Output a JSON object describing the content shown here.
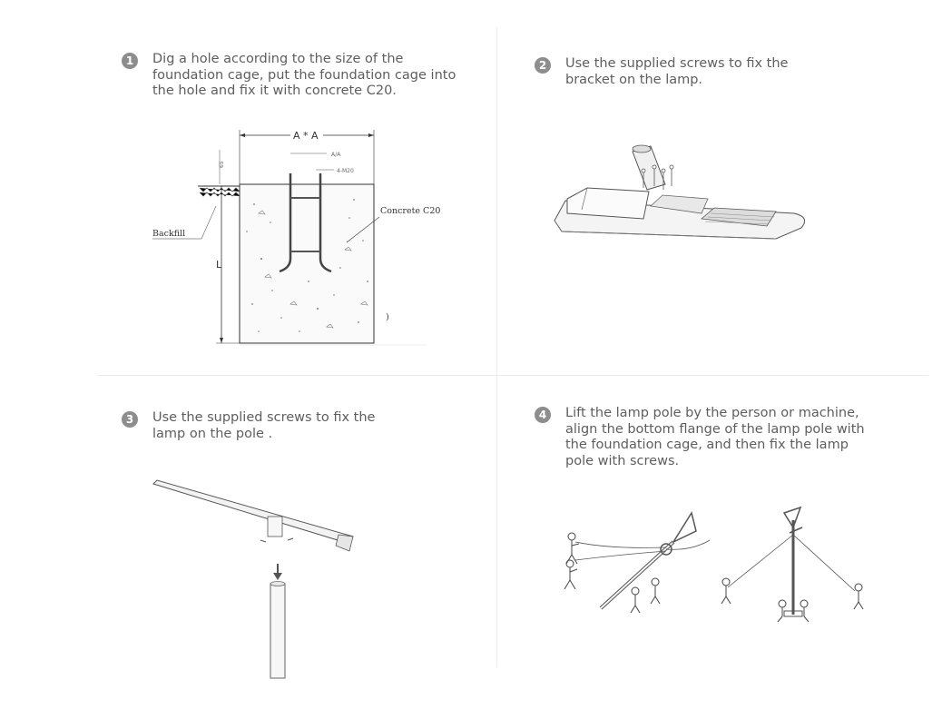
{
  "steps": [
    {
      "number": "1",
      "lines": [
        " Dig a hole according to the size of the",
        "foundation cage, put the foundation cage into",
        "the hole and fix it with concrete C20."
      ]
    },
    {
      "number": "2",
      "lines": [
        "Use the supplied screws to fix the",
        "bracket on the lamp."
      ]
    },
    {
      "number": "3",
      "lines": [
        "Use the supplied screws to fix the",
        "lamp on the pole ."
      ]
    },
    {
      "number": "4",
      "lines": [
        "Lift the lamp pole by the person or machine,",
        "align the bottom flange of the lamp pole with",
        "the foundation cage, and then fix the lamp",
        "pole with screws."
      ]
    }
  ],
  "figure1": {
    "width_label": "A * A",
    "depth_label": "L",
    "backfill_label": "Backfill",
    "concrete_label": "Concrete C20",
    "top_dim_label": "65",
    "bolt_spacing_label": "A/A",
    "bolt_label": "4-M20",
    "side_mark": ")"
  }
}
